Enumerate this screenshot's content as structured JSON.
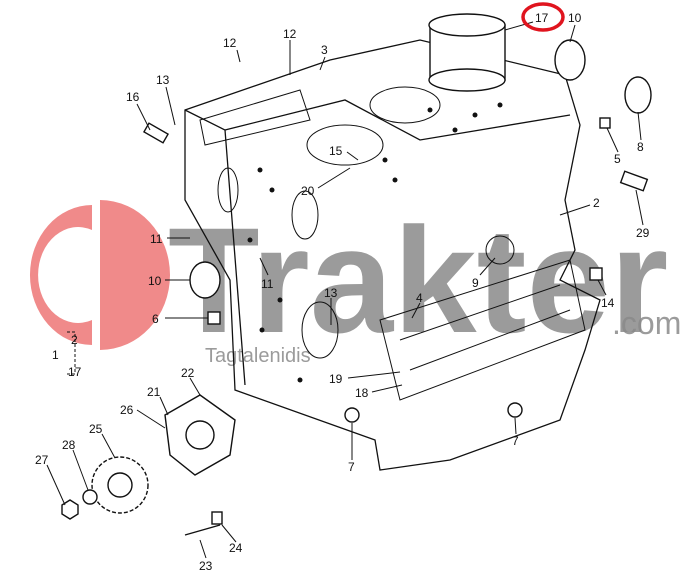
{
  "watermark": {
    "brand": "Trakter",
    "domain": ".com",
    "subtitle": "Tagtalenidis",
    "logo_color": "#f08a8a",
    "text_color": "#8a8a8a"
  },
  "highlight": {
    "label": "17",
    "color": "#e0141e"
  },
  "labels": {
    "l17top": "17",
    "l10top": "10",
    "l12a": "12",
    "l12b": "12",
    "l3": "3",
    "l13a": "13",
    "l16": "16",
    "l8": "8",
    "l5": "5",
    "l15": "15",
    "l20": "20",
    "l2a": "2",
    "l29": "29",
    "l11a": "11",
    "l10b": "10",
    "l11b": "11",
    "l9": "9",
    "l13b": "13",
    "l4": "4",
    "l14": "14",
    "l6": "6",
    "l2b": "2",
    "l1": "1",
    "l17b": "17",
    "l22": "22",
    "l19": "19",
    "l18": "18",
    "l21": "21",
    "l26": "26",
    "l25": "25",
    "l7a": "7",
    "l7b": "7",
    "l28": "28",
    "l27": "27",
    "l23": "23",
    "l24": "24"
  }
}
